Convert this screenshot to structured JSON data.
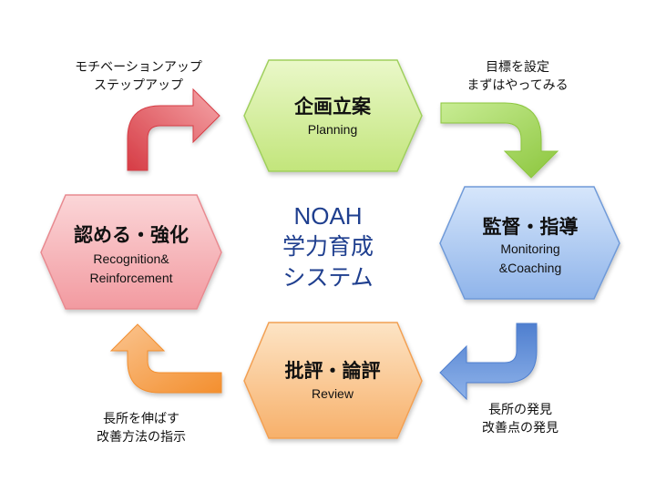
{
  "center": {
    "line1": "NOAH",
    "line2": "学力育成",
    "line3": "システム"
  },
  "nodes": {
    "planning": {
      "title": "企画立案",
      "subtitle": "Planning"
    },
    "monitoring": {
      "title": "監督・指導",
      "subtitle_line1": "Monitoring",
      "subtitle_line2": "&Coaching"
    },
    "review": {
      "title": "批評・論評",
      "subtitle": "Review"
    },
    "recognition": {
      "title": "認める・強化",
      "subtitle_line1": "Recognition&",
      "subtitle_line2": "Reinforcement"
    }
  },
  "arrow_notes": {
    "top_right": {
      "line1": "目標を設定",
      "line2": "まずはやってみる"
    },
    "bottom_right": {
      "line1": "長所の発見",
      "line2": "改善点の発見"
    },
    "bottom_left": {
      "line1": "長所を伸ばす",
      "line2": "改善方法の指示"
    },
    "top_left": {
      "line1": "モチベーションアップ",
      "line2": "ステップアップ"
    }
  },
  "colors": {
    "planning_fill": "#d4ef9a",
    "monitoring_fill": "#aecbf2",
    "review_fill": "#fbc98e",
    "recognition_fill": "#f7b4b8",
    "arrow_green": "#9ed450",
    "arrow_blue": "#5f8fd6",
    "arrow_orange": "#f6a04a",
    "arrow_red": "#e0545a",
    "center_text": "#1f3f8f"
  }
}
